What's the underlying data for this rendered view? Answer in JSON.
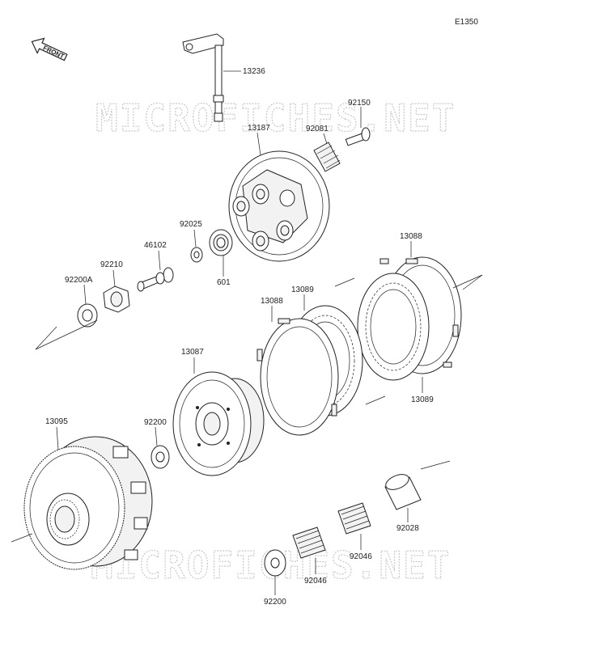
{
  "diagram_code": "E1350",
  "front_label": "FRONT",
  "watermark": "MICROFICHES.NET",
  "parts": {
    "p13236": "13236",
    "p92150": "92150",
    "p13187": "13187",
    "p92081": "92081",
    "p92025": "92025",
    "p46102": "46102",
    "p601": "601",
    "p92210": "92210",
    "p92200A": "92200A",
    "p13088_top": "13088",
    "p13089_top": "13089",
    "p13088_left": "13088",
    "p13089_right": "13089",
    "p13087": "13087",
    "p13095": "13095",
    "p92200_mid": "92200",
    "p92028": "92028",
    "p92046_right": "92046",
    "p92046_left": "92046",
    "p92200_bottom": "92200"
  }
}
